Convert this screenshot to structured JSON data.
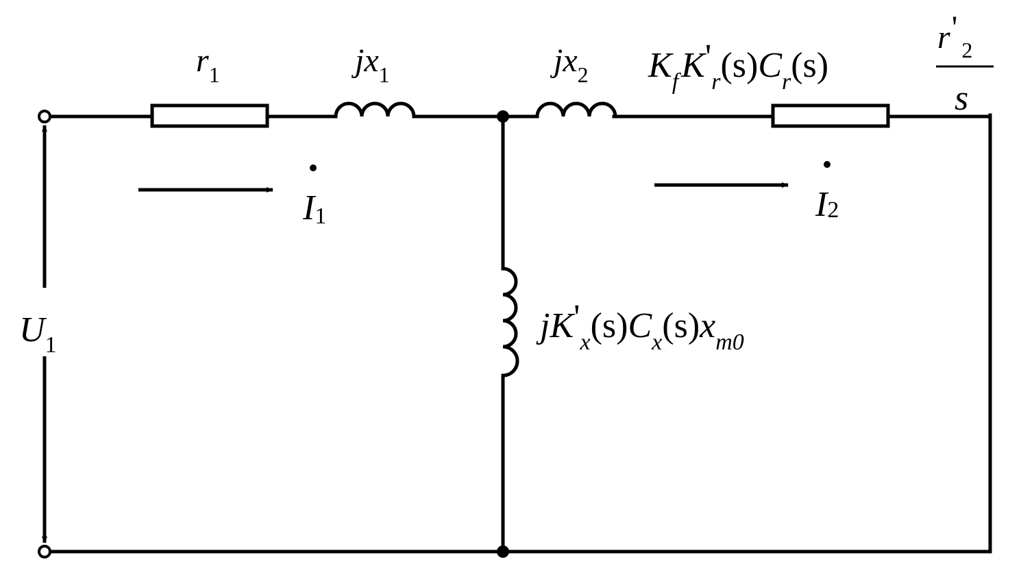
{
  "labels": {
    "r1": {
      "main": "r",
      "sub": "1"
    },
    "jx1": {
      "main": "jx",
      "sub": "1"
    },
    "jx2": {
      "main": "jx",
      "sub": "2"
    },
    "rotor_resistance": {
      "parts": [
        "K",
        "f",
        "K",
        "'",
        "r",
        "(s)",
        "C",
        "r",
        "(s)"
      ],
      "numerator_main": "r",
      "numerator_prime": "'",
      "numerator_sub": "2",
      "denominator": "s"
    },
    "magnetizing": {
      "parts": [
        "jK",
        "'",
        "x",
        "(s)",
        "C",
        "x",
        "(s)",
        "x",
        "m0"
      ]
    },
    "I1": {
      "main": "I",
      "sub": "1"
    },
    "I2": {
      "main": "I",
      "sub": "2"
    },
    "U1": {
      "main": "U",
      "sub": "1"
    }
  },
  "colors": {
    "line": "#000000",
    "background": "#ffffff"
  }
}
